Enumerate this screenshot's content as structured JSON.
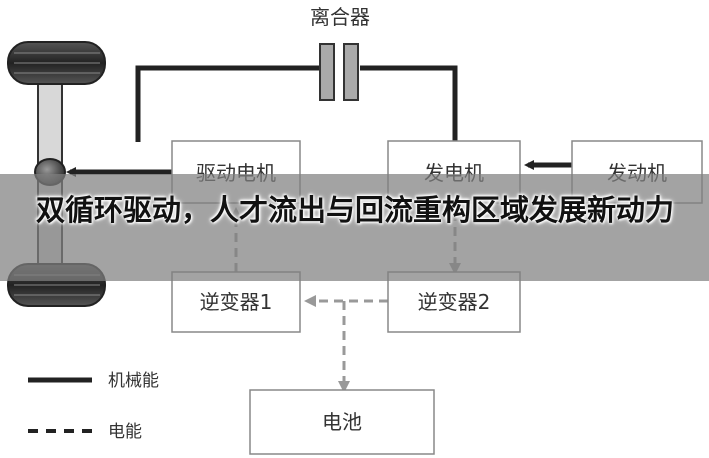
{
  "headline": "双循环驱动，人才流出与回流重构区域发展新动力",
  "diagram": {
    "clutch_label": "离合器",
    "nodes": {
      "drive_motor": "驱动电机",
      "generator": "发电机",
      "engine": "发动机",
      "inverter1": "逆变器1",
      "inverter2": "逆变器2",
      "battery": "电池"
    },
    "legend": {
      "mechanical": "机械能",
      "electrical": "电能"
    }
  },
  "colors": {
    "mechanical_line": "#222222",
    "electrical_line": "#999999",
    "box_border": "#888888",
    "wheel": "#333333"
  }
}
